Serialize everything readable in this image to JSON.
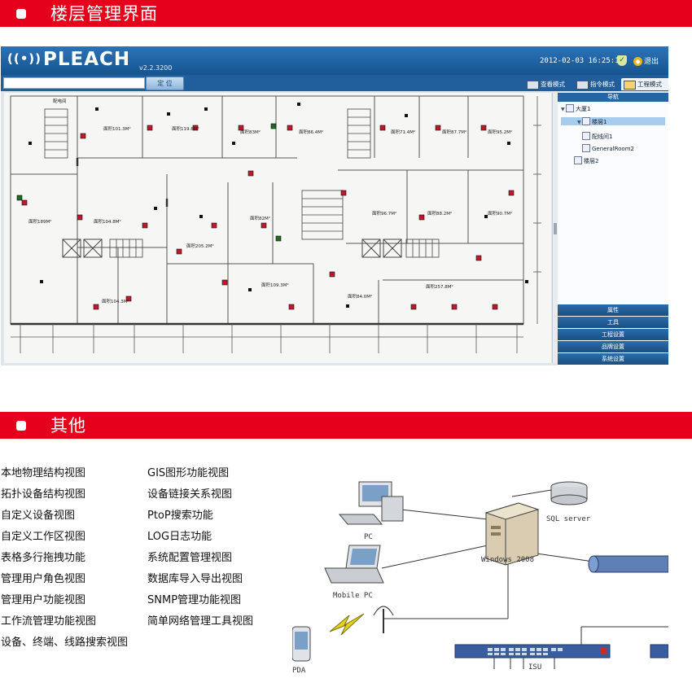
{
  "section1": {
    "title": "楼层管理界面"
  },
  "section2": {
    "title": "其他"
  },
  "app": {
    "logo": "PLEACH",
    "version": "v2.2.3200",
    "datetime": "2012-02-03 16:25:16",
    "exit_label": "退出",
    "search": {
      "value": "",
      "placeholder": ""
    },
    "locate_label": "定 位",
    "modes": [
      "查看模式",
      "指令模式",
      "工程模式"
    ],
    "active_mode": "工程模式",
    "nav_title": "导航",
    "tree": [
      {
        "label": "大厦1",
        "toggle": "▼"
      },
      {
        "label": "楼层1",
        "toggle": "▼"
      },
      {
        "label": "配线间1",
        "toggle": ""
      },
      {
        "label": "GeneralRoom2",
        "toggle": ""
      },
      {
        "label": "楼层2",
        "toggle": ""
      }
    ],
    "panels": [
      "属性",
      "工具",
      "工程设置",
      "品牌设置",
      "系统设置"
    ],
    "plan_labels": {
      "room1": "配电间",
      "r_a": "面积101.3M²",
      "r_b": "面积119.8M²",
      "r_c": "面积83M²",
      "r_d": "面积86.4M²",
      "r_e": "面积71.4M²",
      "r_f": "面积87.7M²",
      "r_g": "面积95.2M²",
      "r_h": "面积189M²",
      "r_i": "面积104.8M²",
      "r_j": "面积205.2M²",
      "r_k": "面积82M²",
      "r_l": "面积96.7M²",
      "r_m": "面积88.2M²",
      "r_n": "面积90.7M²",
      "r_o": "面积104.3M²",
      "r_p": "面积109.3M²",
      "r_q": "面积84.0M²",
      "r_r": "面积257.8M²"
    },
    "colors": {
      "accent": "#e5001b",
      "header": "#1f63a3",
      "panel": "#26659f"
    }
  },
  "features": {
    "col1": [
      "本地物理结构视图",
      "拓扑设备结构视图",
      "自定义设备视图",
      "自定义工作区视图",
      "表格多行拖拽功能",
      "管理用户角色视图",
      "管理用户功能视图",
      "工作流管理功能视图",
      "设备、终端、线路搜索视图"
    ],
    "col2": [
      "GIS图形功能视图",
      "设备链接关系视图",
      "PtoP搜索功能",
      "LOG日志功能",
      "系统配置管理视图",
      "数据库导入导出视图",
      "SNMP管理功能视图",
      "简单网络管理工具视图"
    ]
  },
  "network": {
    "pc": "PC",
    "sql": "SQL server",
    "windows": "Windows 2008",
    "mobile": "Mobile PC",
    "isu": "ISU",
    "pda": "PDA"
  }
}
